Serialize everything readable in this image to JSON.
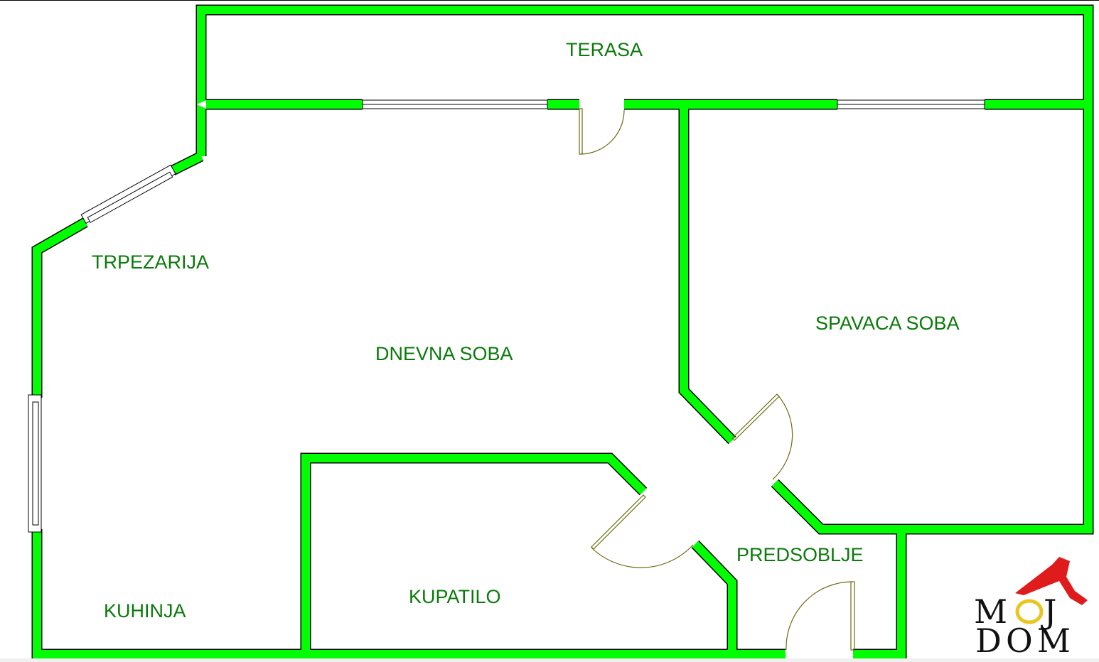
{
  "rooms": {
    "terasa": "TERASA",
    "trpezarija": "TRPEZARIJA",
    "dnevna_soba": "DNEVNA SOBA",
    "spavaca_soba": "SPAVACA SOBA",
    "predsoblje": "PREDSOBLJE",
    "kupatilo": "KUPATILO",
    "kuhinja": "KUHINJA"
  },
  "logo": {
    "line1": "MOJ",
    "line2": "DOM"
  },
  "colors": {
    "wall": "#00ff00",
    "label": "#0a7a0a",
    "logo_roof": "#e01b1b",
    "logo_o": "#e8c520"
  }
}
